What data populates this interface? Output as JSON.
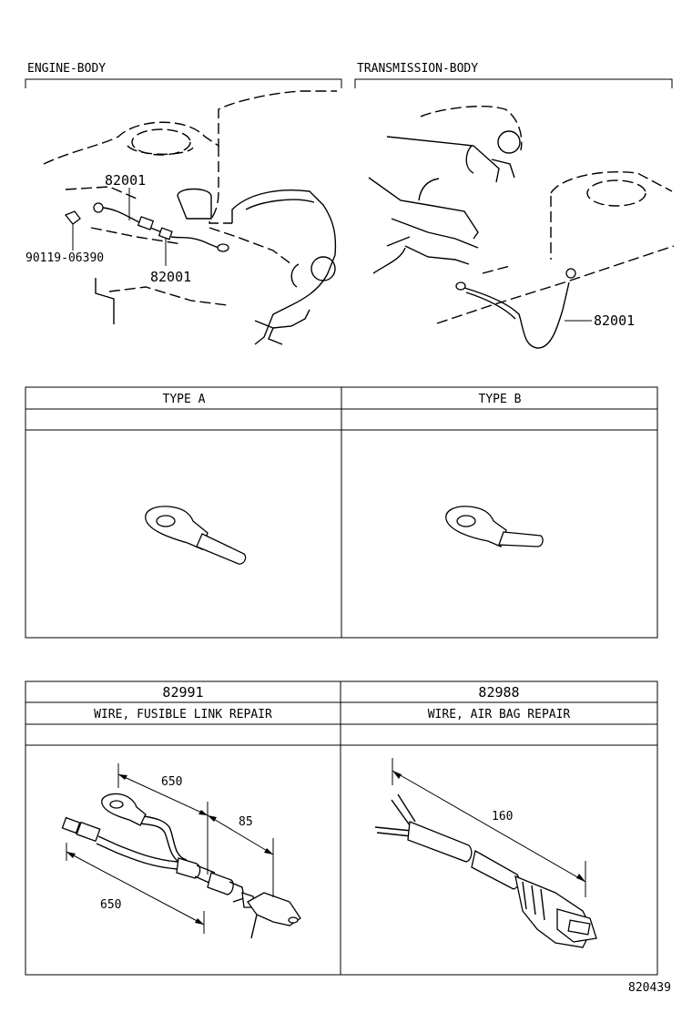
{
  "sections": {
    "engine_body": "ENGINE-BODY",
    "transmission_body": "TRANSMISSION-BODY"
  },
  "callouts": {
    "engine_upper_part": "82001",
    "engine_bolt": "90119-06390",
    "engine_lower_part": "82001",
    "trans_part": "82001"
  },
  "types": {
    "type_a": "TYPE A",
    "type_b": "TYPE B"
  },
  "repair": {
    "left_number": "82991",
    "left_name": "WIRE, FUSIBLE LINK REPAIR",
    "right_number": "82988",
    "right_name": "WIRE, AIR BAG REPAIR",
    "dim_left_top": "650",
    "dim_left_mid": "85",
    "dim_left_bottom": "650",
    "dim_right": "160"
  },
  "footer": {
    "diagram_id": "820439"
  }
}
